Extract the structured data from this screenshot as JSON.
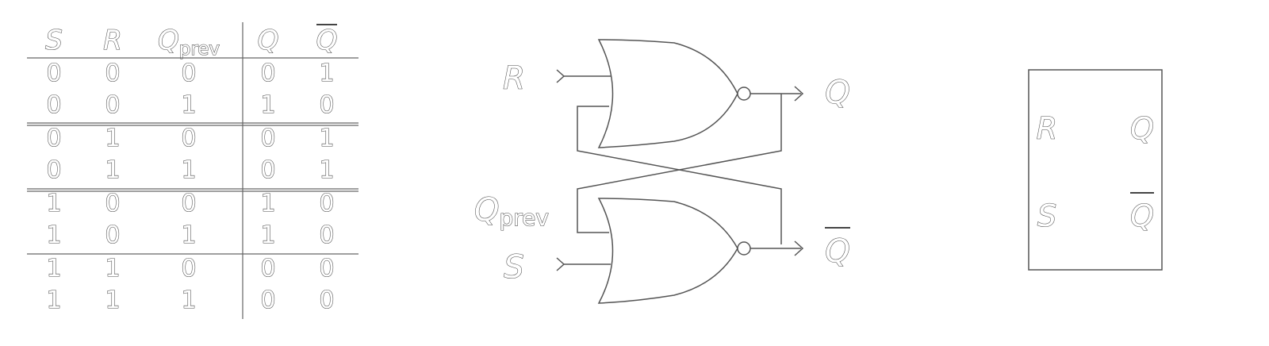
{
  "truth_table": {
    "headers": [
      {
        "main": "S",
        "sub": "",
        "overline": false
      },
      {
        "main": "R",
        "sub": "",
        "overline": false
      },
      {
        "main": "Q",
        "sub": "prev",
        "overline": false
      },
      {
        "main": "Q",
        "sub": "",
        "overline": false
      },
      {
        "main": "Q",
        "sub": "",
        "overline": true
      }
    ],
    "rows": [
      [
        "0",
        "0",
        "0",
        "0",
        "1"
      ],
      [
        "0",
        "0",
        "1",
        "1",
        "0"
      ],
      [
        "0",
        "1",
        "0",
        "0",
        "1"
      ],
      [
        "0",
        "1",
        "1",
        "0",
        "1"
      ],
      [
        "1",
        "0",
        "0",
        "1",
        "0"
      ],
      [
        "1",
        "0",
        "1",
        "1",
        "0"
      ],
      [
        "1",
        "1",
        "0",
        "0",
        "0"
      ],
      [
        "1",
        "1",
        "1",
        "0",
        "0"
      ]
    ]
  },
  "circuit": {
    "gate_type": "NOR",
    "labels": {
      "r": "R",
      "s": "S",
      "qprev_main": "Q",
      "qprev_sub": "prev",
      "q": "Q",
      "qbar": "Q"
    }
  },
  "block": {
    "labels": {
      "r": "R",
      "q": "Q",
      "s": "S",
      "qbar": "Q"
    }
  },
  "colors": {
    "stroke": "#555555",
    "text_fill": "#ffffff",
    "background": "#ffffff"
  }
}
